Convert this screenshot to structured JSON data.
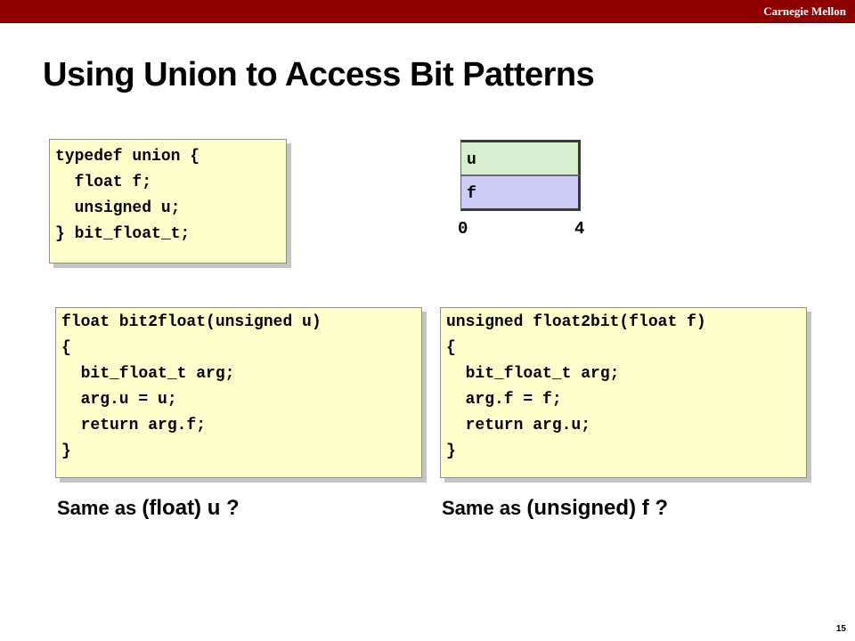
{
  "header": {
    "brand": "Carnegie Mellon"
  },
  "slide": {
    "title": "Using Union to Access Bit Patterns",
    "page_number": "15"
  },
  "code": {
    "union_def": "typedef union {\n  float f;\n  unsigned u;\n} bit_float_t;",
    "bit2float": "float bit2float(unsigned u)\n{\n  bit_float_t arg;\n  arg.u = u;\n  return arg.f;\n}",
    "float2bit": "unsigned float2bit(float f)\n{\n  bit_float_t arg;\n  arg.f = f;\n  return arg.u;\n}"
  },
  "memory_diagram": {
    "fields": [
      "u",
      "f"
    ],
    "offsets": [
      "0",
      "4"
    ],
    "colors": {
      "u_cell": "#d7efcf",
      "f_cell": "#ccccf6"
    }
  },
  "questions": [
    {
      "lead": "Same as ",
      "expr": "(float) u ?"
    },
    {
      "lead": "Same as ",
      "expr": "(unsigned) f ?"
    }
  ],
  "colors": {
    "header_bar": "#8f0000",
    "code_bg": "#ffffcc"
  }
}
